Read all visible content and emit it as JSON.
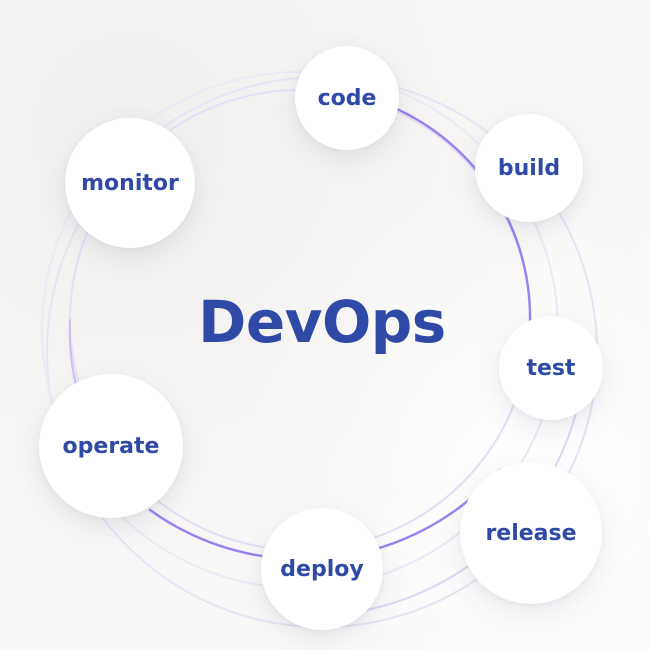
{
  "diagram": {
    "title": "DevOps",
    "stages": [
      {
        "id": "code",
        "label": "code"
      },
      {
        "id": "build",
        "label": "build"
      },
      {
        "id": "test",
        "label": "test"
      },
      {
        "id": "release",
        "label": "release"
      },
      {
        "id": "deploy",
        "label": "deploy"
      },
      {
        "id": "operate",
        "label": "operate"
      },
      {
        "id": "monitor",
        "label": "monitor"
      }
    ],
    "colors": {
      "text": "#2f4aa6",
      "ring_accent": "#8b6cf0",
      "ring_faint": "#ddd9f3",
      "node_fill": "#ffffff"
    }
  }
}
